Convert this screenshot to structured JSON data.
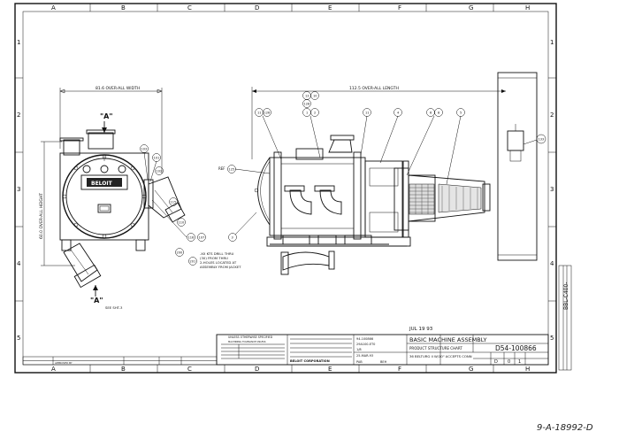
{
  "border": {
    "cols_top": [
      "A",
      "B",
      "C",
      "D",
      "E",
      "F",
      "G",
      "H"
    ],
    "cols_bottom": [
      "A",
      "B",
      "C",
      "D",
      "E",
      "F",
      "G",
      "H"
    ],
    "rows_left": [
      "1",
      "2",
      "3",
      "4",
      "5"
    ],
    "rows_right": [
      "1",
      "2",
      "3",
      "4",
      "5"
    ]
  },
  "left_view": {
    "width_dim": "81.6 OVER-ALL WIDTH",
    "height_dim": "60.0 OVER-ALL HEIGHT",
    "view_a_top": "\"A\"",
    "view_a_bottom": "\"A\"",
    "see_note": "SEE SHT-3",
    "logo": "BELOIT",
    "drill_note": [
      ".XX KTS DRILL THRU",
      "(30) FROM THRU",
      "2-HOLES LOCATED AT",
      "ASSEMBLY FROM JACKET"
    ],
    "balloons": [
      "103",
      "101",
      "102",
      "115",
      "110",
      "116",
      "107",
      "200",
      "201"
    ]
  },
  "right_view": {
    "length_dim": "112.5 OVER-ALL LENGTH",
    "ref_label": "REF",
    "balloons_top": [
      "11",
      "126",
      "13",
      "10",
      "128",
      "1",
      "2",
      "11",
      "4",
      "6",
      "8",
      "5"
    ],
    "ref_balloon": "125",
    "side_balloon": "3",
    "right_balloon": "133"
  },
  "date_stamp": "JUL 19 93",
  "title_block": {
    "general_note": "UNLESS OTHERWISE SPECIFIED",
    "tolerance_note": "MACHINING TOLERANCE UNLESS",
    "drawing_no": "94-100866",
    "project": "29A100-ET0",
    "title1": "BASIC MACHINE ASSEMBLY",
    "title2": "PRODUCT STRUCTURE CHART",
    "date": "25-MAR-93",
    "model": "36 BELTURG II W/10\" ACCEPTS CONN",
    "scale": "1/8",
    "company": "BELOIT CORPORATION",
    "dwg_number": "D54-100866",
    "sheet": "1",
    "drawn_by": "PAB",
    "checked": "BEH",
    "rev": "0",
    "size": "D",
    "approved": "APPROVED BY"
  },
  "side_stamp": "BBL-C400-",
  "handwritten": "9-A-18992-D"
}
